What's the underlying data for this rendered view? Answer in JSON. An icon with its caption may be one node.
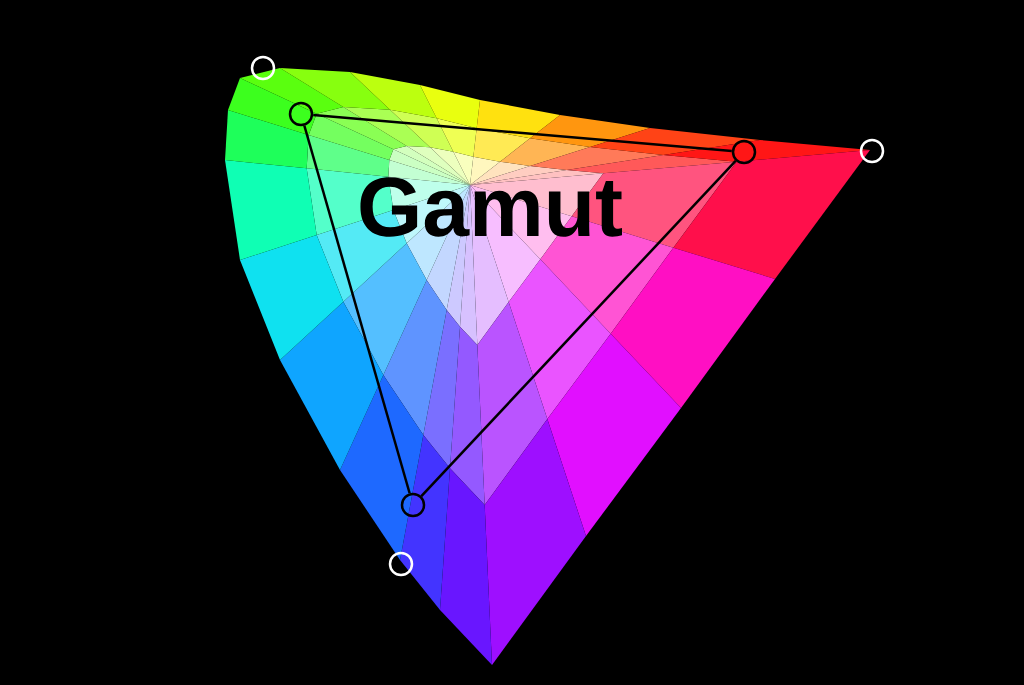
{
  "diagram": {
    "nodes": [
      {
        "text": [],
        "shape": "circle"
      },
      {
        "text": [],
        "shape": "circle"
      },
      {
        "text": [],
        "shape": "circle"
      },
      {
        "text": [],
        "shape": "circle"
      },
      {
        "text": [],
        "shape": "circle"
      },
      {
        "text": [],
        "shape": "circle"
      }
    ],
    "edges": [
      {
        "from": 1,
        "to": 4,
        "arrow": "none"
      },
      {
        "from": 4,
        "to": 3,
        "arrow": "none"
      },
      {
        "from": 3,
        "to": 1,
        "arrow": "none"
      }
    ],
    "labels": [
      "Gamut"
    ]
  }
}
